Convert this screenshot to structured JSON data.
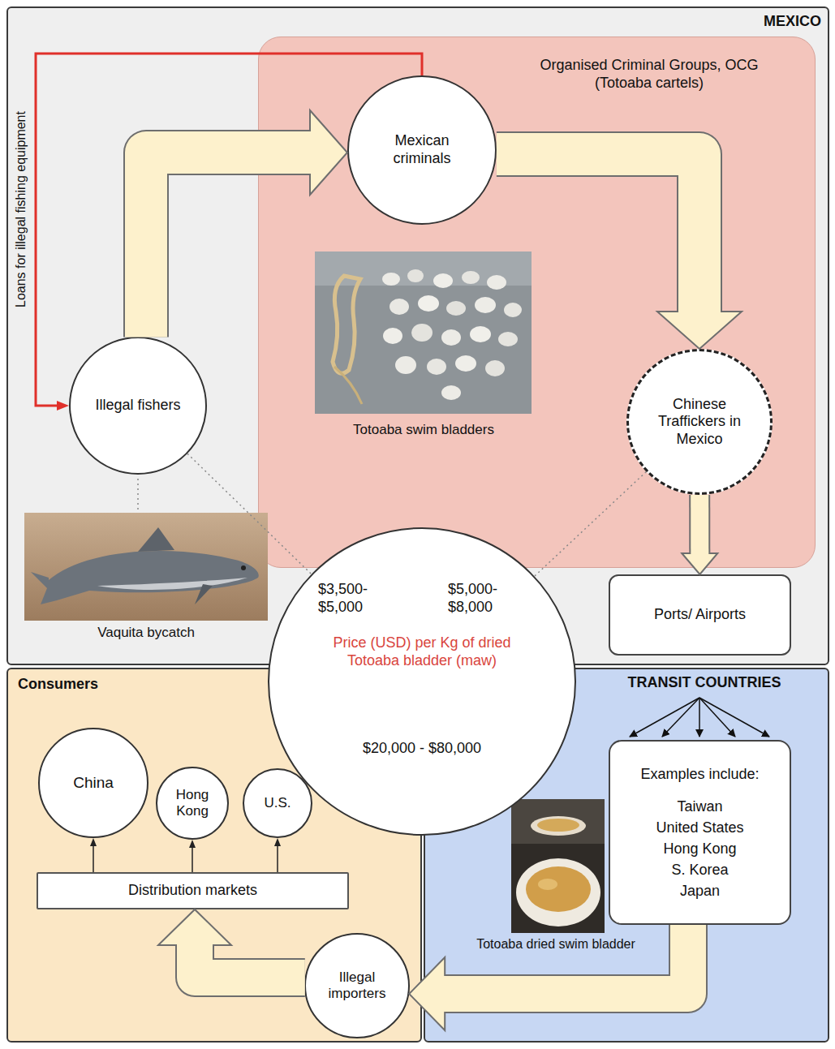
{
  "diagram": {
    "nodes": [
      {
        "text": [
          "MEXICO"
        ]
      },
      {
        "text": [
          "Organised Criminal Groups, OCG (Totoaba cartels)"
        ],
        "in": 0
      },
      {
        "text": [
          "Mexican criminals"
        ],
        "in": 1
      },
      {
        "text": [
          "Chinese Traffickers in Mexico"
        ],
        "in": 1
      },
      {
        "text": [
          "Illegal fishers"
        ],
        "in": 0
      },
      {
        "text": [
          "Ports/ Airports"
        ],
        "in": 0
      },
      {
        "text": [
          "$3,500- $5,000",
          "$5,000- $8,000",
          "Price (USD) per Kg of dried Totoaba bladder (maw)",
          "$20,000 - $80,000"
        ]
      },
      {
        "text": [
          "Consumers"
        ]
      },
      {
        "text": [
          "China"
        ],
        "in": 7
      },
      {
        "text": [
          "Hong Kong"
        ],
        "in": 7
      },
      {
        "text": [
          "U.S."
        ],
        "in": 7
      },
      {
        "text": [
          "Distribution markets"
        ],
        "in": 7
      },
      {
        "text": [
          "Illegal importers"
        ],
        "in": 7
      },
      {
        "text": [
          "TRANSIT COUNTRIES"
        ]
      },
      {
        "text": [
          "Examples include:",
          "Taiwan",
          "United States",
          "Hong Kong",
          "S. Korea",
          "Japan"
        ],
        "in": 13
      }
    ],
    "edges": [
      {
        "from": 4,
        "to": 2,
        "arrow": "to"
      },
      {
        "from": 2,
        "to": 4,
        "arrow": "to",
        "label": "Loans for illegal fishing equipment"
      },
      {
        "from": 2,
        "to": 3,
        "arrow": "to"
      },
      {
        "from": 3,
        "to": 5,
        "arrow": "to"
      },
      {
        "from": 4,
        "to": 6,
        "arrow": "none"
      },
      {
        "from": 3,
        "to": 6,
        "arrow": "none"
      },
      {
        "from": 14,
        "to": 12,
        "arrow": "to"
      },
      {
        "from": 12,
        "to": 11,
        "arrow": "to"
      },
      {
        "from": 11,
        "to": 8,
        "arrow": "to"
      },
      {
        "from": 11,
        "to": 9,
        "arrow": "to"
      },
      {
        "from": 11,
        "to": 10,
        "arrow": "to"
      }
    ],
    "labels": [
      "Totoaba swim bladders",
      "Vaquita bycatch",
      "Totoaba dried swim bladder"
    ]
  }
}
